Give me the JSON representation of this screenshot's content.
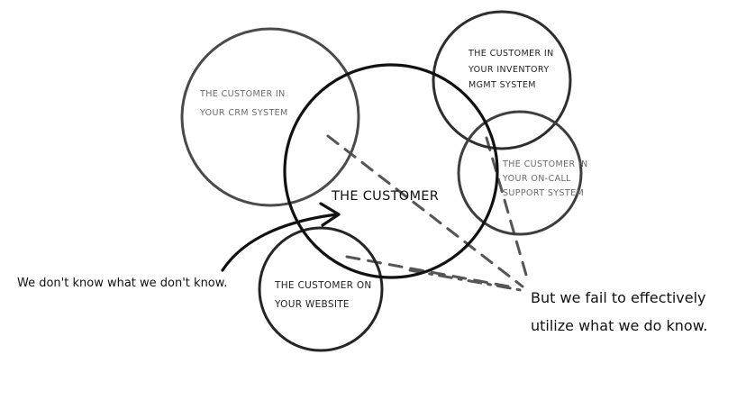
{
  "center_label": "THE CUSTOMER",
  "circles": {
    "crm": [
      "THE CUSTOMER IN",
      "YOUR CRM SYSTEM"
    ],
    "inventory": [
      "THE CUSTOMER IN",
      "YOUR INVENTORY",
      "MGMT SYSTEM"
    ],
    "support": [
      "THE CUSTOMER IN",
      "YOUR ON-CALL",
      "SUPPORT SYSTEM"
    ],
    "website": [
      "THE CUSTOMER ON",
      "YOUR WEBSITE"
    ]
  },
  "notes": {
    "left": "We don't know what we don't know.",
    "right_line1": "But we fail to effectively",
    "right_line2": "utilize what we do know."
  },
  "colors": {
    "main_circle": "#111111",
    "secondary_circle": "#4a4a4a",
    "dashed_lines": "#555555"
  }
}
